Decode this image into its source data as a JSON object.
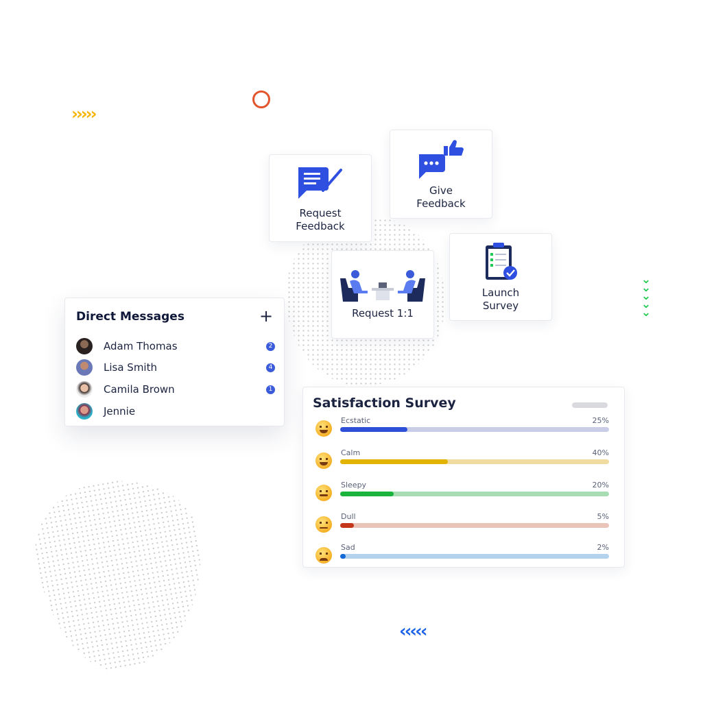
{
  "cards": {
    "request_feedback": "Request\nFeedback",
    "give_feedback": "Give\nFeedback",
    "launch_survey": "Launch\nSurvey",
    "request_11": "Request 1:1"
  },
  "direct_messages": {
    "title": "Direct Messages",
    "items": [
      {
        "name": "Adam Thomas",
        "unread": "2"
      },
      {
        "name": "Lisa Smith",
        "unread": "4"
      },
      {
        "name": "Camila Brown",
        "unread": "1"
      },
      {
        "name": "Jennie",
        "unread": ""
      }
    ]
  },
  "survey": {
    "title": "Satisfaction Survey",
    "rows": [
      {
        "label": "Ecstatic",
        "percent_label": "25%",
        "value": 25,
        "color": "#2e4fd8",
        "track": "#c9cde8"
      },
      {
        "label": "Calm",
        "percent_label": "40%",
        "value": 40,
        "color": "#e2b400",
        "track": "#f0dca0"
      },
      {
        "label": "Sleepy",
        "percent_label": "20%",
        "value": 20,
        "color": "#1ab43c",
        "track": "#a8dcb2"
      },
      {
        "label": "Dull",
        "percent_label": "5%",
        "value": 5,
        "color": "#c4371b",
        "track": "#e9c4b8"
      },
      {
        "label": "Sad",
        "percent_label": "2%",
        "value": 2,
        "color": "#1469d6",
        "track": "#b3d2ee"
      }
    ]
  },
  "colors": {
    "accent": "#3b5bdb",
    "icon_blue": "#2f4fe0",
    "chevron_yellow": "#f5b400",
    "chevron_green": "#1fcb4f",
    "chevron_blue": "#1e63e9",
    "ring_orange": "#e2542b"
  }
}
